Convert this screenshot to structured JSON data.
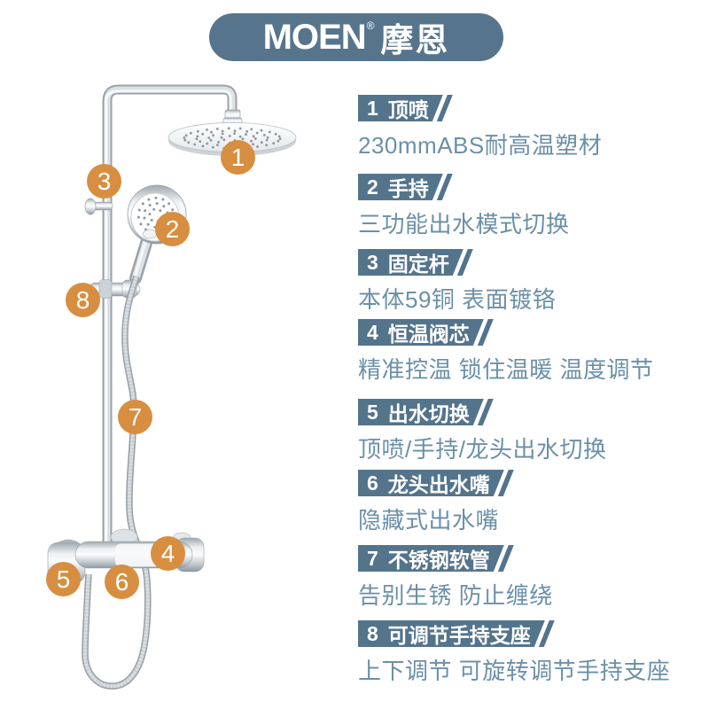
{
  "brand": {
    "name_en": "MOEN",
    "registered_mark": "®",
    "name_cn": "摩恩"
  },
  "colors": {
    "banner": "#56758d",
    "label_box": "#54748c",
    "desc_text": "#6b90a9",
    "marker_orange": "#d78e40",
    "text_on_dark": "#ffffff"
  },
  "features": [
    {
      "num": "1",
      "title": "顶喷",
      "desc": "230mmABS耐高温塑材"
    },
    {
      "num": "2",
      "title": "手持",
      "desc": "三功能出水模式切换"
    },
    {
      "num": "3",
      "title": "固定杆",
      "desc": "本体59铜 表面镀铬"
    },
    {
      "num": "4",
      "title": "恒温阀芯",
      "desc": "精准控温 锁住温暖 温度调节"
    },
    {
      "num": "5",
      "title": "出水切换",
      "desc": "顶喷/手持/龙头出水切换"
    },
    {
      "num": "6",
      "title": "龙头出水嘴",
      "desc": "隐藏式出水嘴"
    },
    {
      "num": "7",
      "title": "不锈钢软管",
      "desc": "告别生锈 防止缠绕"
    },
    {
      "num": "8",
      "title": "可调节手持支座",
      "desc": "上下调节 可旋转调节手持支座"
    }
  ],
  "markers": [
    {
      "label": "1"
    },
    {
      "label": "2"
    },
    {
      "label": "3"
    },
    {
      "label": "4"
    },
    {
      "label": "5"
    },
    {
      "label": "6"
    },
    {
      "label": "7"
    },
    {
      "label": "8"
    }
  ]
}
